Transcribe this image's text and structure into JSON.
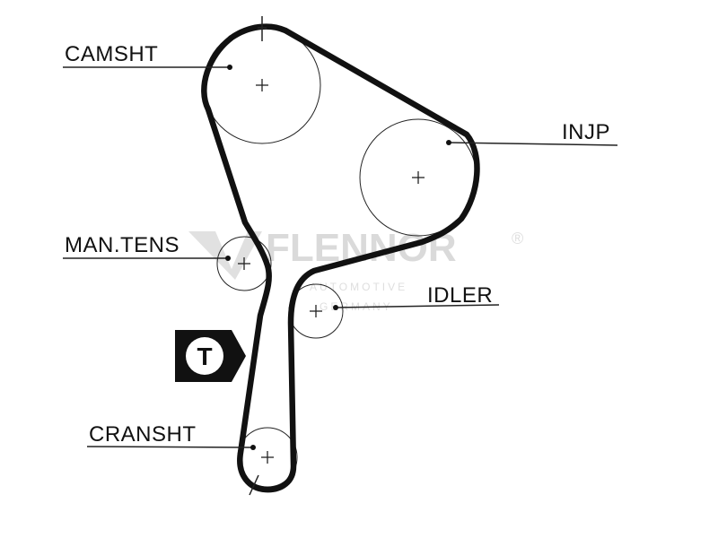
{
  "labels": {
    "camshaft": "CAMSHT",
    "injection_pump": "INJP",
    "manual_tensioner": "MAN.TENS",
    "idler": "IDLER",
    "crankshaft": "CRANSHT"
  },
  "tensioner_badge": "T",
  "watermark": {
    "brand": "FLENNOR",
    "registered_mark": "®",
    "line1": "AUTOMOTIVE",
    "line2": "GERMANY"
  }
}
